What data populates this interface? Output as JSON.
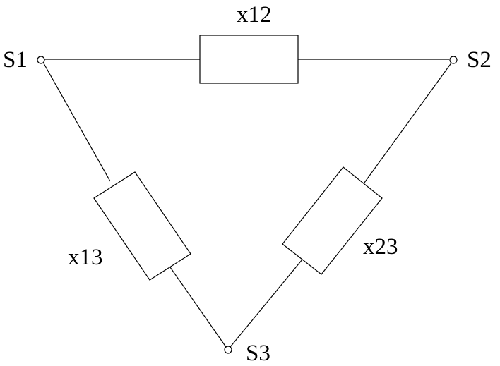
{
  "nodes": {
    "s1": "S1",
    "s2": "S2",
    "s3": "S3"
  },
  "impedances": {
    "x12": "x12",
    "x13": "x13",
    "x23": "x23"
  },
  "colors": {
    "line": "#000000",
    "background": "#ffffff"
  }
}
